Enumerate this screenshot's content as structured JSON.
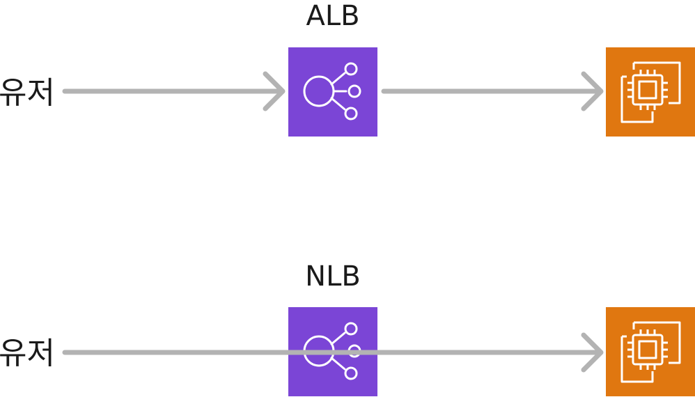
{
  "rows": [
    {
      "user_label": "유저",
      "lb_label": "ALB"
    },
    {
      "user_label": "유저",
      "lb_label": "NLB"
    }
  ],
  "colors": {
    "load_balancer": "#7b45d6",
    "ec2_instance": "#e07710",
    "arrow": "#b3b3b3",
    "icon_stroke": "#ffffff",
    "text": "#1a1a1a"
  },
  "icons": {
    "load_balancer": "elastic-load-balancing-icon",
    "ec2_instance": "ec2-instance-icon"
  }
}
